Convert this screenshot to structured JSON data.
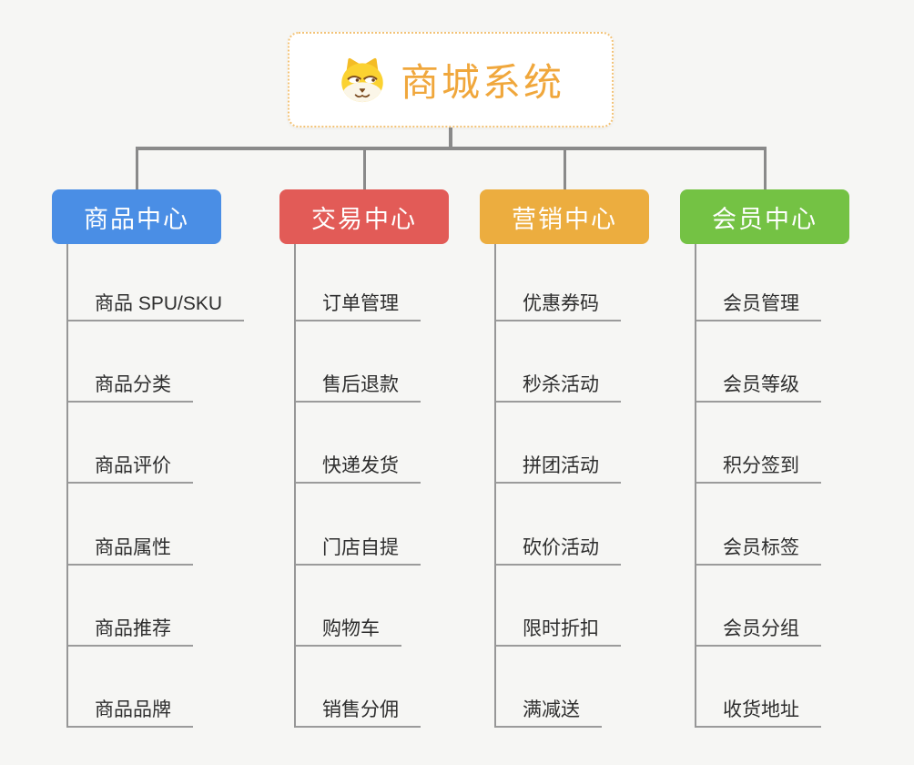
{
  "root": {
    "title": "商城系统",
    "icon": "shiba-dog-icon",
    "accent_color": "#f0a73c",
    "border_color": "#f3c377"
  },
  "connector_color": "#8a8a8a",
  "branches": [
    {
      "label": "商品中心",
      "color": "#4a8ee5",
      "items": [
        "商品 SPU/SKU",
        "商品分类",
        "商品评价",
        "商品属性",
        "商品推荐",
        "商品品牌"
      ]
    },
    {
      "label": "交易中心",
      "color": "#e25b57",
      "items": [
        "订单管理",
        "售后退款",
        "快递发货",
        "门店自提",
        "购物车",
        "销售分佣"
      ]
    },
    {
      "label": "营销中心",
      "color": "#ecad3f",
      "items": [
        "优惠券码",
        "秒杀活动",
        "拼团活动",
        "砍价活动",
        "限时折扣",
        "满减送"
      ]
    },
    {
      "label": "会员中心",
      "color": "#74c244",
      "items": [
        "会员管理",
        "会员等级",
        "积分签到",
        "会员标签",
        "会员分组",
        "收货地址"
      ]
    }
  ]
}
